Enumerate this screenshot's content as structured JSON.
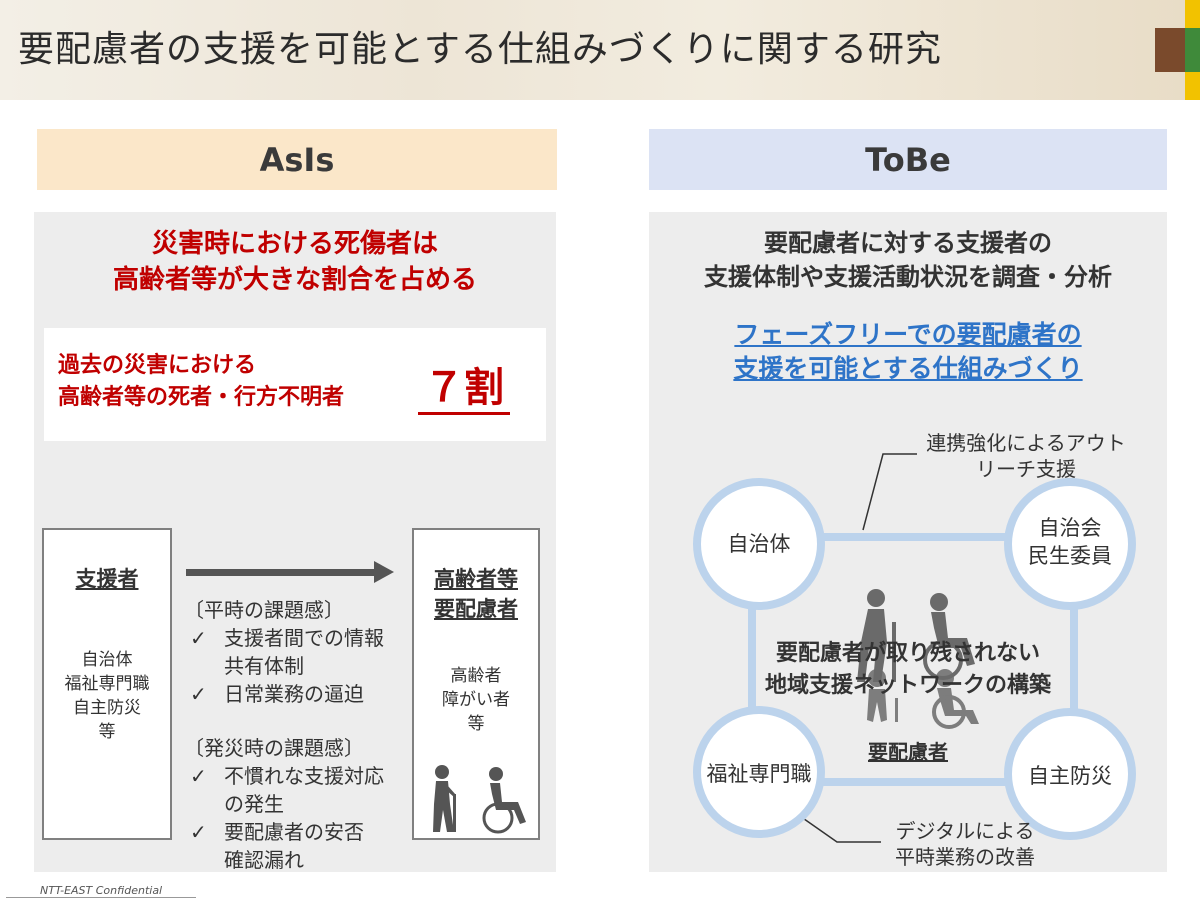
{
  "page": {
    "title": "要配慮者の支援を可能とする仕組みづくりに関する研究",
    "footer": "NTT-EAST Confidential",
    "accent_colors": {
      "red": "#c00000",
      "blue": "#2e74c8",
      "asis_header": "#fbe7c9",
      "tobe_header": "#dce3f4",
      "circle": "#bcd3ec"
    }
  },
  "asis": {
    "header": "AsIs",
    "headline": [
      "災害時における死傷者は",
      "高齢者等が大きな割合を占める"
    ],
    "stat_text": [
      "過去の災害における",
      "高齢者等の死者・行方不明者"
    ],
    "stat_value": "７割",
    "supporter": {
      "title": "支援者",
      "items": [
        "自治体",
        "福祉専門職",
        "自主防災",
        "等"
      ]
    },
    "elder": {
      "title": [
        "高齢者等",
        "要配慮者"
      ],
      "items": [
        "高齢者",
        "障がい者",
        "等"
      ]
    },
    "normal": {
      "heading": "〔平時の課題感〕",
      "items": [
        [
          "支援者間での情報",
          "共有体制"
        ],
        [
          "日常業務の逼迫"
        ]
      ]
    },
    "disaster": {
      "heading": "〔発災時の課題感〕",
      "items": [
        [
          "不慣れな支援対応",
          "の発生"
        ],
        [
          "要配慮者の安否",
          "確認漏れ"
        ]
      ]
    },
    "check_mark": "✓",
    "icons": [
      "elderly-person-icon",
      "wheelchair-icon"
    ]
  },
  "tobe": {
    "header": "ToBe",
    "headline": [
      "要配慮者に対する支援者の",
      "支援体制や支援活動状況を調査・分析"
    ],
    "link": [
      "フェーズフリーでの要配慮者の",
      "支援を可能とする仕組みづくり"
    ],
    "nodes": {
      "top_left": [
        "自治体"
      ],
      "top_right": [
        "自治会",
        "民生委員"
      ],
      "bottom_left": [
        "福祉専門職"
      ],
      "bottom_right": [
        "自主防災"
      ]
    },
    "callout_top": [
      "連携強化によるアウト",
      "リーチ支援"
    ],
    "callout_bottom": [
      "デジタルによる",
      "平時業務の改善"
    ],
    "center": [
      "要配慮者が取り残されない",
      "地域支援ネットワークの構築"
    ],
    "center_label": "要配慮者"
  }
}
